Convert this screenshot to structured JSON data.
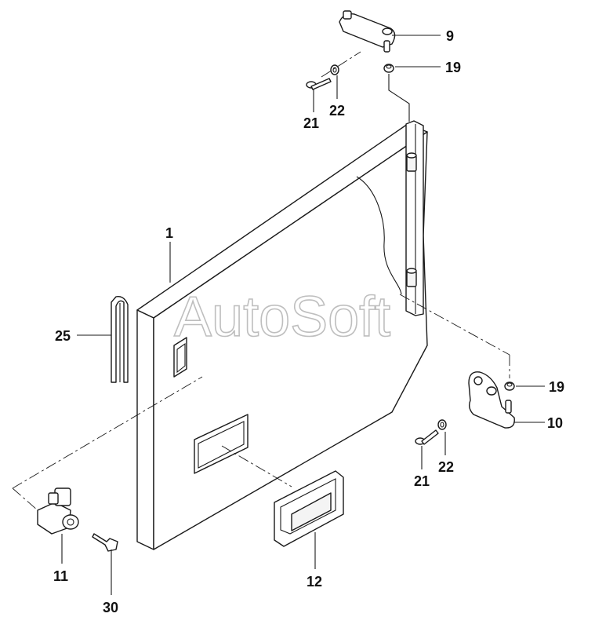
{
  "watermark": "AutoSoft",
  "callouts": {
    "c1": "1",
    "c9": "9",
    "c19_top": "19",
    "c21_top": "21",
    "c22_top": "22",
    "c25": "25",
    "c19_right": "19",
    "c10": "10",
    "c22_right": "22",
    "c21_right": "21",
    "c11": "11",
    "c12": "12",
    "c30": "30"
  }
}
